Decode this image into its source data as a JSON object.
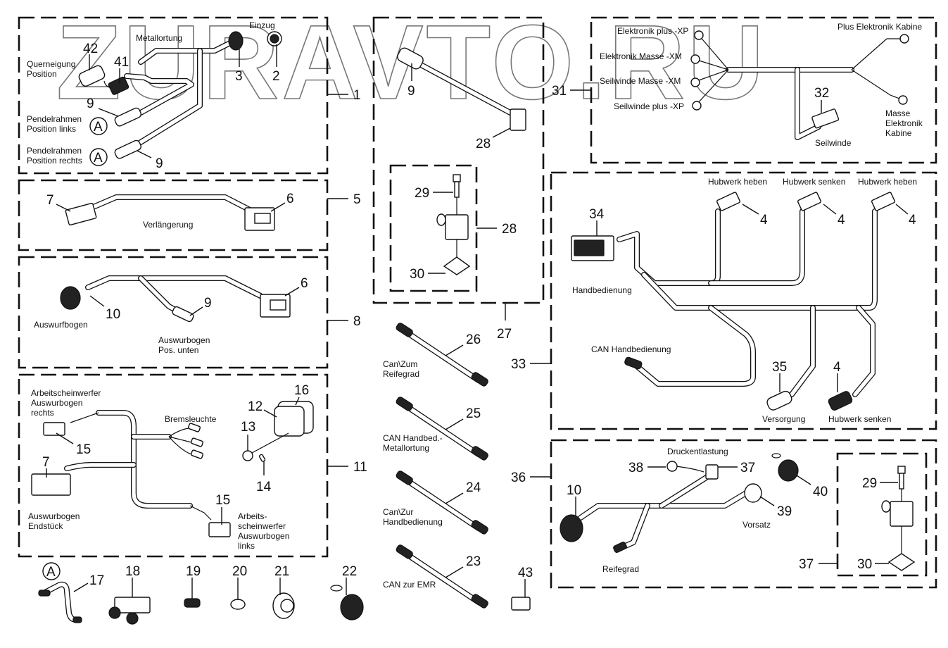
{
  "watermark": "ZURAVTO.RU",
  "groups": {
    "g1": {
      "callout": "1",
      "labels": {
        "metallortung": "Metallortung",
        "einzug": "Einzug",
        "querneigung_1": "Querneigung",
        "querneigung_2": "Position",
        "pendel_links_1": "Pendelrahmen",
        "pendel_links_2": "Position links",
        "pendel_rechts_1": "Pendelrahmen",
        "pendel_rechts_2": "Position rechts"
      },
      "parts": [
        "42",
        "41",
        "3",
        "2",
        "9",
        "9"
      ],
      "ref_marker": "A"
    },
    "g5": {
      "callout": "5",
      "label": "Verlängerung",
      "parts": [
        "7",
        "6"
      ]
    },
    "g8": {
      "callout": "8",
      "labels": {
        "auswurfbogen": "Auswurfbogen",
        "pos_unten_1": "Auswurbogen",
        "pos_unten_2": "Pos. unten"
      },
      "parts": [
        "10",
        "9",
        "6"
      ]
    },
    "g11": {
      "callout": "11",
      "labels": {
        "aw_rechts_1": "Arbeitscheinwerfer",
        "aw_rechts_2": "Auswurbogen",
        "aw_rechts_3": "rechts",
        "bremsleuchte": "Bremsleuchte",
        "endstueck_1": "Auswurbogen",
        "endstueck_2": "Endstück",
        "aw_links_1": "Arbeits-",
        "aw_links_2": "scheinwerfer",
        "aw_links_3": "Auswurbogen",
        "aw_links_4": "links"
      },
      "parts": [
        "15",
        "7",
        "12",
        "13",
        "14",
        "15",
        "16"
      ]
    },
    "g27": {
      "callout": "27",
      "parts": [
        "9",
        "28",
        "29",
        "28",
        "30"
      ]
    },
    "g31": {
      "callout": "31",
      "labels": {
        "el_plus": "Elektronik plus -XP",
        "el_masse": "Elektronik Masse -XM",
        "sw_masse": "Seilwinde Masse -XM",
        "sw_plus": "Seilwinde plus -XP",
        "plus_kabine": "Plus Elektronik Kabine",
        "masse_kabine_1": "Masse",
        "masse_kabine_2": "Elektronik",
        "masse_kabine_3": "Kabine",
        "seilwinde": "Seilwinde"
      },
      "parts": [
        "32"
      ]
    },
    "g33": {
      "callout": "33",
      "labels": {
        "heben_1": "Hubwerk heben",
        "senken_1": "Hubwerk senken",
        "heben_2": "Hubwerk heben",
        "handbedienung": "Handbedienung",
        "can_hand": "CAN Handbedienung",
        "versorgung": "Versorgung",
        "senken_2": "Hubwerk senken"
      },
      "parts": [
        "34",
        "4",
        "4",
        "4",
        "35",
        "4"
      ]
    },
    "g36": {
      "callout": "36",
      "labels": {
        "druck": "Druckentlastung",
        "vorsatz": "Vorsatz",
        "reifegrad": "Reifegrad"
      },
      "parts": [
        "10",
        "38",
        "37",
        "39",
        "40"
      ],
      "sub": {
        "callout": "37",
        "parts": [
          "29",
          "30"
        ]
      }
    }
  },
  "cables": [
    {
      "num": "26",
      "label_1": "Can\\Zum",
      "label_2": "Reifegrad"
    },
    {
      "num": "25",
      "label_1": "CAN Handbed.-",
      "label_2": "Metallortung"
    },
    {
      "num": "24",
      "label_1": "Can\\Zur",
      "label_2": "Handbedienung"
    },
    {
      "num": "23",
      "label_1": "CAN zur EMR",
      "label_2": ""
    }
  ],
  "loose_parts": {
    "ref_marker": "A",
    "items": [
      "17",
      "18",
      "19",
      "20",
      "21",
      "22",
      "43"
    ]
  }
}
